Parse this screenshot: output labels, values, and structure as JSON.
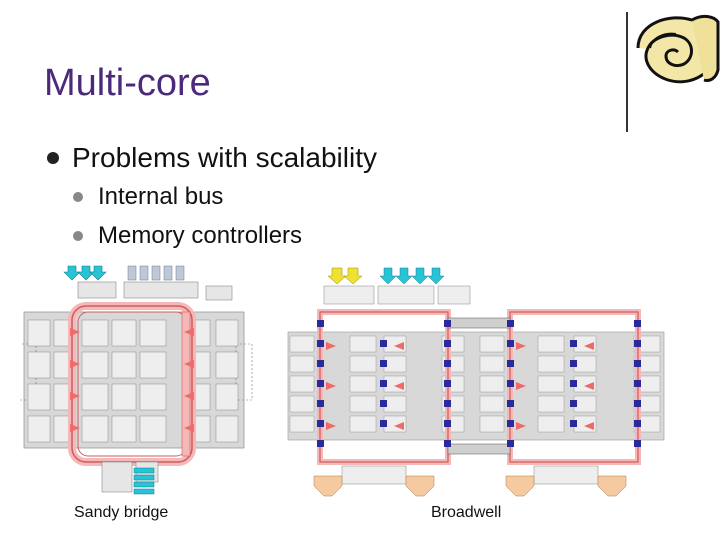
{
  "slide": {
    "title": "Multi-core",
    "bullets": [
      {
        "text": "Problems with scalability",
        "level": 1
      },
      {
        "text": "Internal bus",
        "level": 2
      },
      {
        "text": "Memory controllers",
        "level": 2
      }
    ],
    "captions": {
      "left": "Sandy bridge",
      "right": "Broadwell"
    }
  },
  "colors": {
    "title": "#4b2a7b",
    "ring": "#e06060",
    "ring_fill": "#f4b8b8",
    "stop": "#2a2a9a",
    "port_cyan": "#29c3d6",
    "port_yellow": "#f0e030",
    "board": "#d8d8d8"
  },
  "icons": {
    "logo": "scroll-logo-icon"
  }
}
